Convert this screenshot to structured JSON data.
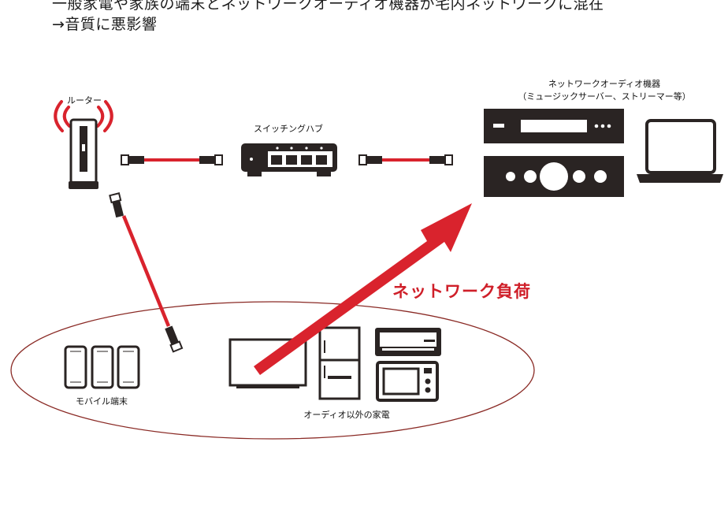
{
  "heading": {
    "line1": "一般家電や家族の端末とネットワークオーディオ機器が宅内ネットワークに混在",
    "line2": "→音質に悪影響"
  },
  "labels": {
    "router": "ルーター",
    "switching_hub": "スイッチングハブ",
    "network_audio_line1": "ネットワークオーディオ機器",
    "network_audio_line2": "（ミュージックサーバー、ストリーマー等）",
    "mobile": "モバイル端末",
    "appliances": "オーディオ以外の家電",
    "network_load": "ネットワーク負荷"
  },
  "colors": {
    "accent_red": "#d9232d",
    "device_dark": "#2a2423",
    "ellipse_stroke": "#8a2a25"
  },
  "icons": [
    "router-icon",
    "lan-cable-icon",
    "switching-hub-icon",
    "audio-player-icon",
    "amplifier-icon",
    "laptop-icon",
    "smartphone-icon",
    "tv-icon",
    "refrigerator-icon",
    "air-conditioner-icon",
    "microwave-icon",
    "arrow-icon"
  ]
}
